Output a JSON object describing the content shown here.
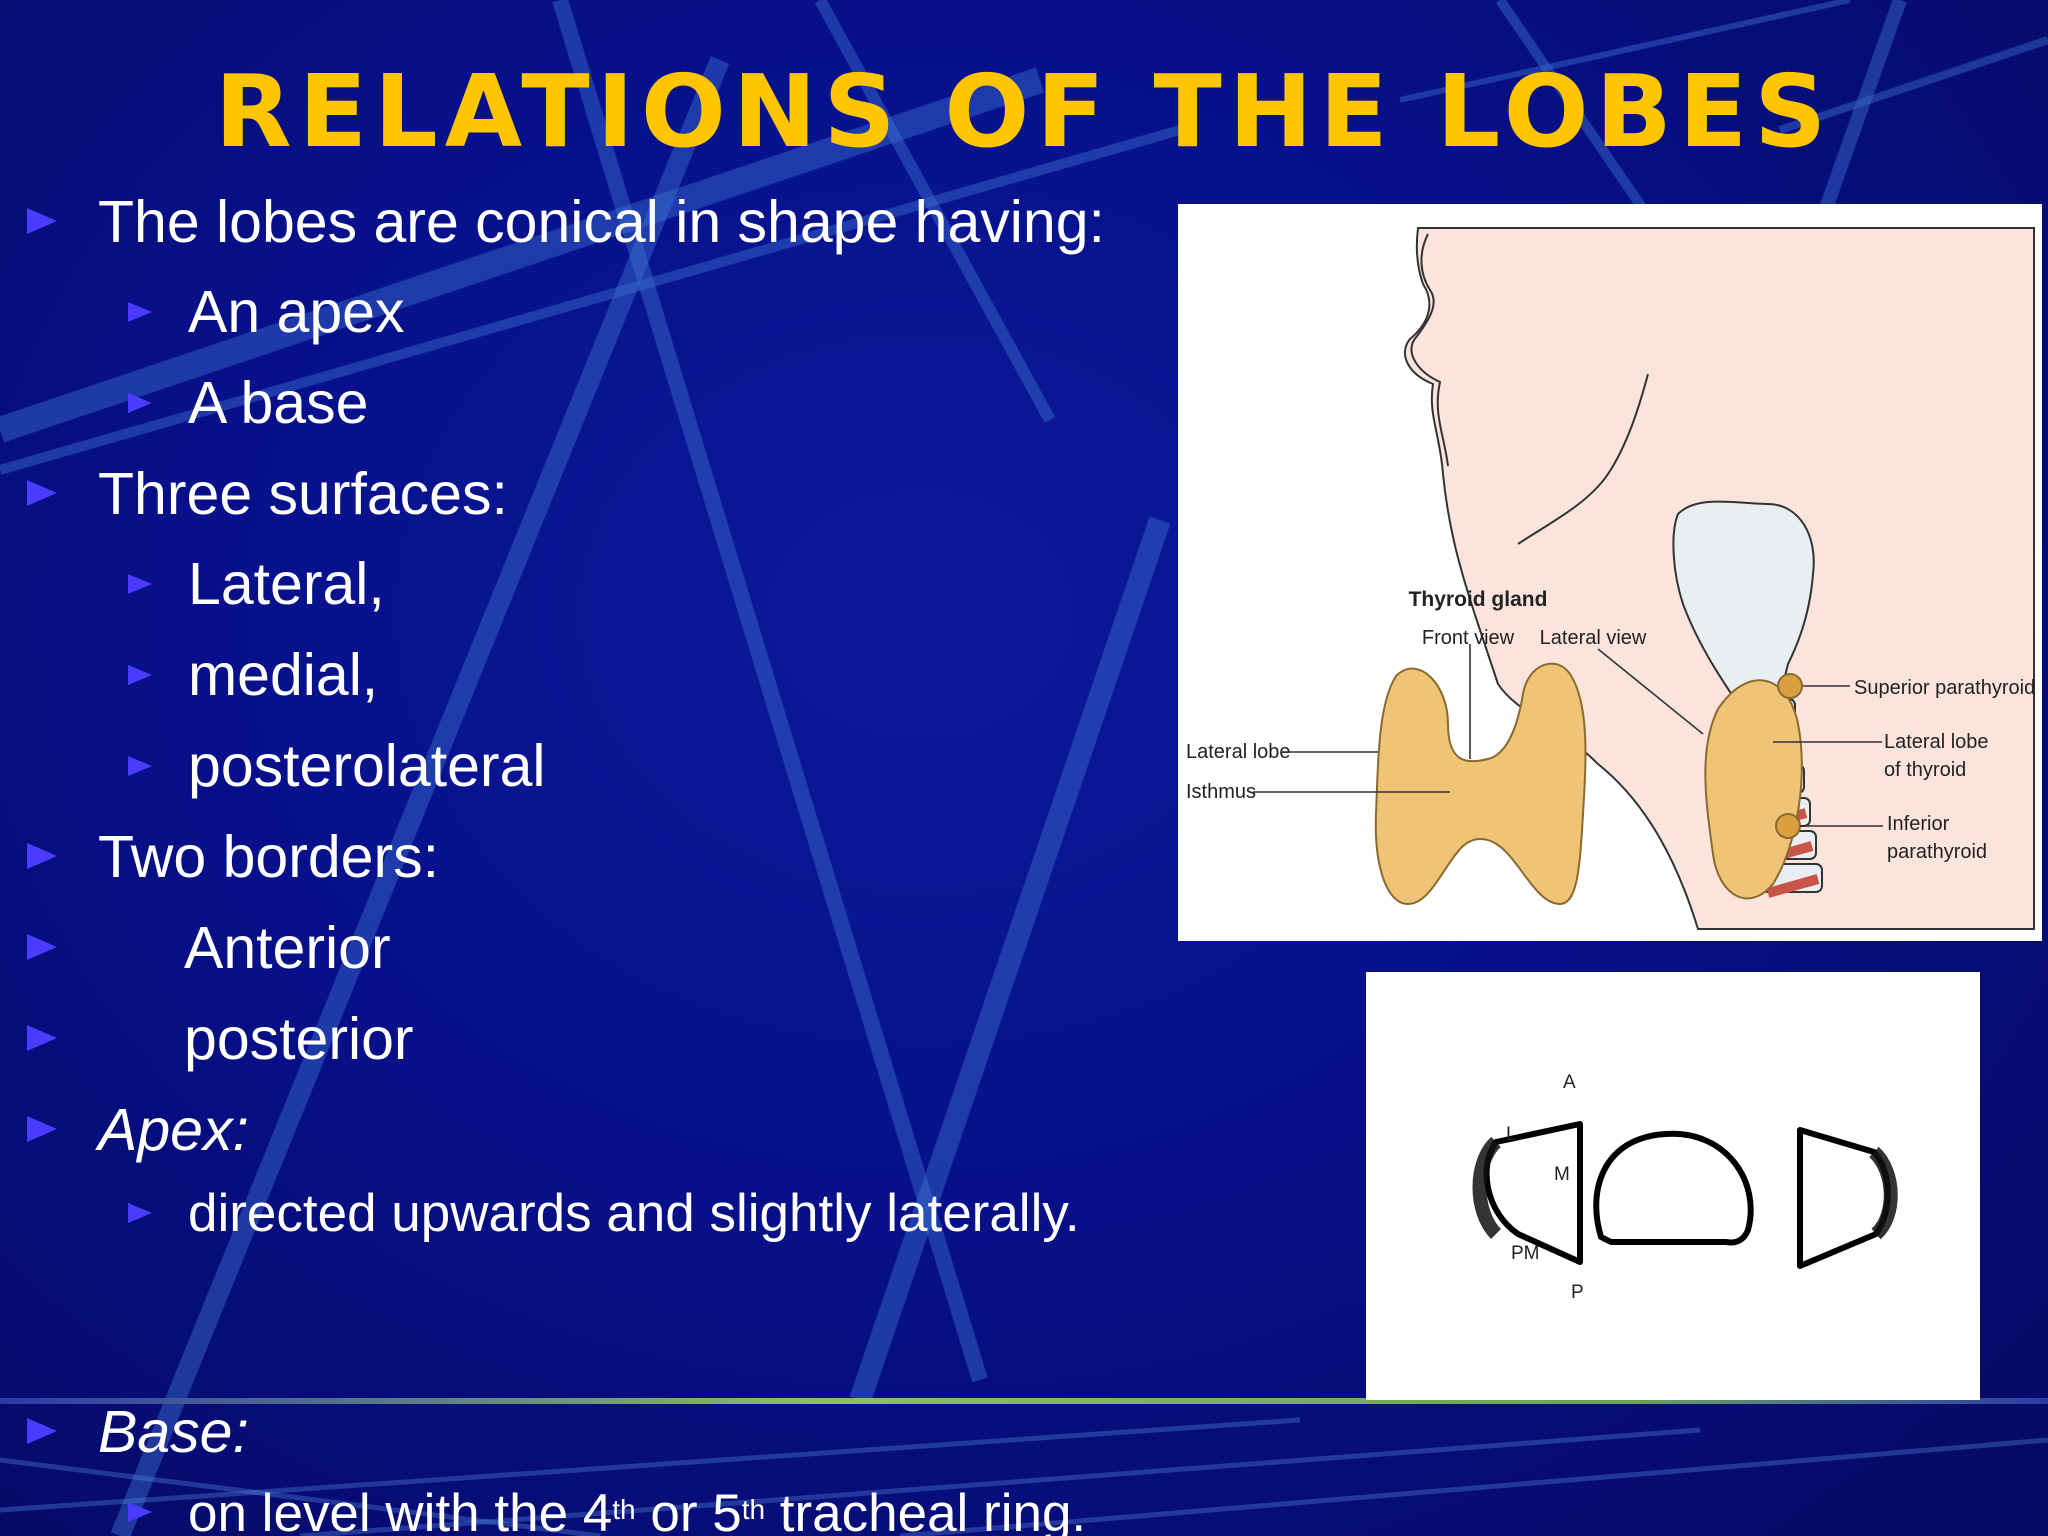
{
  "title": "RELATIONS OF THE LOBES",
  "bullets": {
    "b1": "The lobes are conical in shape having:",
    "b1a": "An apex",
    "b1b": "A base",
    "b2": "Three surfaces:",
    "b2a": "Lateral,",
    "b2b": "medial,",
    "b2c": "posterolateral",
    "b3": "Two borders:",
    "b3a": "Anterior",
    "b3b": "posterior",
    "b4": "Apex:",
    "b4a": "directed upwards and slightly laterally.",
    "b5": "Base:",
    "b5a_pre": "on level with the 4",
    "b5a_sup1": "th",
    "b5a_mid": " or 5",
    "b5a_sup2": "th",
    "b5a_post": " tracheal ring."
  },
  "figure1": {
    "heading": "Thyroid gland",
    "front_view": "Front view",
    "lateral_view": "Lateral view",
    "lateral_lobe": "Lateral lobe",
    "isthmus": "Isthmus",
    "superior_parathyroid": "Superior parathyroid",
    "lateral_lobe_of_thyroid_1": "Lateral lobe",
    "lateral_lobe_of_thyroid_2": "of thyroid",
    "inferior_parathyroid_1": "Inferior",
    "inferior_parathyroid_2": "parathyroid"
  },
  "figure2": {
    "a": "A",
    "l": "L",
    "m": "M",
    "pm": "PM",
    "p": "P"
  },
  "colors": {
    "title": "#ffc600",
    "bullet": "#4a3bff",
    "background": "#07108a"
  }
}
